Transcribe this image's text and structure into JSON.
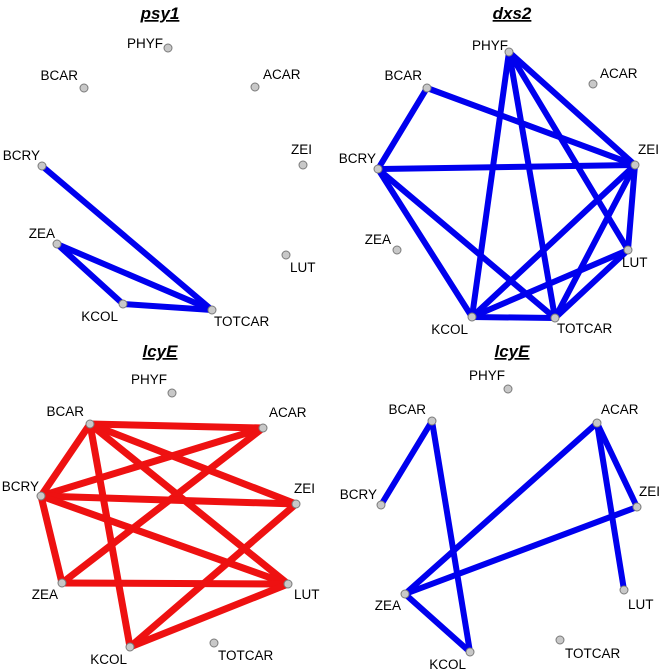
{
  "colors": {
    "blue": "#0000ee",
    "red": "#ee1111",
    "node_fill": "#c8c8c8",
    "node_stroke": "#7a7a7a"
  },
  "panels": [
    {
      "title": "psy1",
      "edge_color": "blue",
      "edges": [
        [
          "BCRY",
          "TOTCAR"
        ],
        [
          "ZEA",
          "KCOL"
        ],
        [
          "ZEA",
          "TOTCAR"
        ],
        [
          "KCOL",
          "TOTCAR"
        ]
      ]
    },
    {
      "title": "dxs2",
      "edge_color": "blue",
      "edges": [
        [
          "BCAR",
          "BCRY"
        ],
        [
          "BCAR",
          "ZEI"
        ],
        [
          "BCRY",
          "ZEI"
        ],
        [
          "BCRY",
          "KCOL"
        ],
        [
          "BCRY",
          "TOTCAR"
        ],
        [
          "PHYF",
          "ZEI"
        ],
        [
          "PHYF",
          "LUT"
        ],
        [
          "PHYF",
          "KCOL"
        ],
        [
          "PHYF",
          "TOTCAR"
        ],
        [
          "ZEI",
          "KCOL"
        ],
        [
          "ZEI",
          "TOTCAR"
        ],
        [
          "ZEI",
          "LUT"
        ],
        [
          "LUT",
          "KCOL"
        ],
        [
          "LUT",
          "TOTCAR"
        ],
        [
          "KCOL",
          "TOTCAR"
        ]
      ]
    },
    {
      "title": "lcyE",
      "edge_color": "red",
      "edges": [
        [
          "BCAR",
          "ACAR"
        ],
        [
          "BCAR",
          "BCRY"
        ],
        [
          "BCAR",
          "ZEI"
        ],
        [
          "BCAR",
          "LUT"
        ],
        [
          "BCAR",
          "KCOL"
        ],
        [
          "ACAR",
          "BCRY"
        ],
        [
          "ACAR",
          "ZEA"
        ],
        [
          "BCRY",
          "ZEI"
        ],
        [
          "BCRY",
          "ZEA"
        ],
        [
          "BCRY",
          "LUT"
        ],
        [
          "ZEI",
          "KCOL"
        ],
        [
          "ZEA",
          "LUT"
        ],
        [
          "KCOL",
          "LUT"
        ]
      ]
    },
    {
      "title": "lcyE",
      "edge_color": "blue",
      "edges": [
        [
          "BCAR",
          "BCRY"
        ],
        [
          "BCAR",
          "KCOL"
        ],
        [
          "ACAR",
          "ZEA"
        ],
        [
          "ACAR",
          "LUT"
        ],
        [
          "ACAR",
          "ZEI"
        ],
        [
          "ZEI",
          "ZEA"
        ],
        [
          "ZEA",
          "KCOL"
        ]
      ]
    }
  ]
}
